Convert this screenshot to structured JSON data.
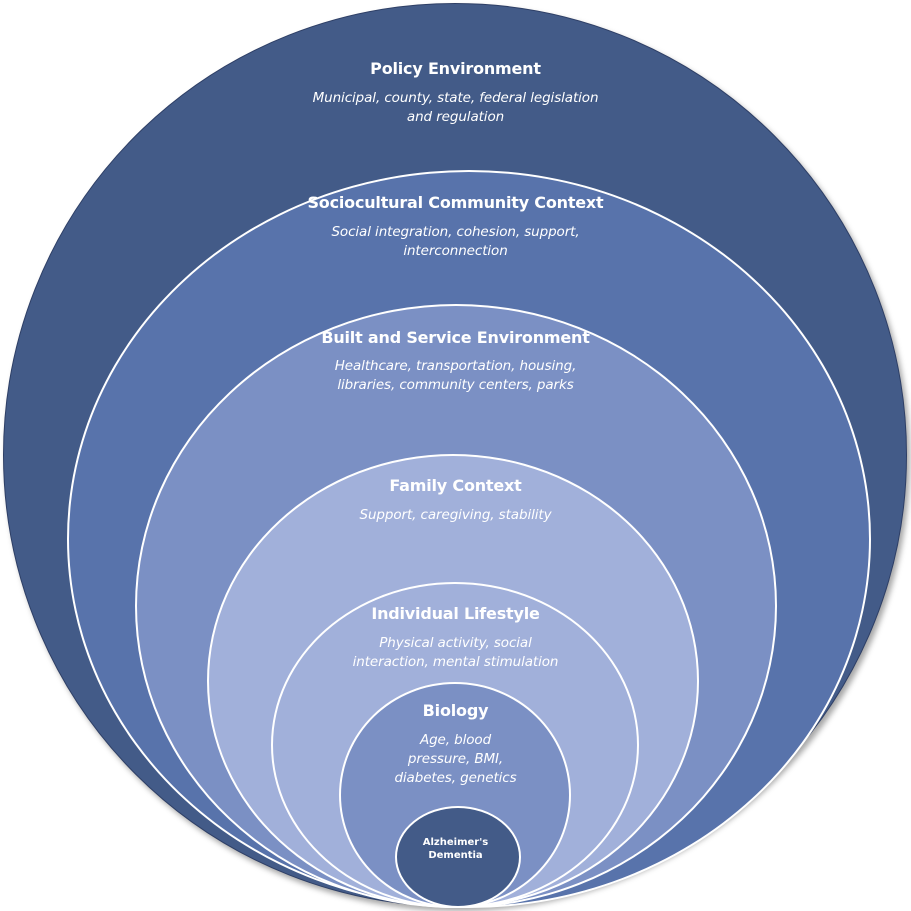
{
  "diagram": {
    "layers": [
      {
        "title": "Policy Environment",
        "description_line1": "Municipal, county, state, federal legislation",
        "description_line2": "and regulation",
        "fill": "#435b88"
      },
      {
        "title": "Sociocultural Community Context",
        "description_line1": "Social integration, cohesion, support,",
        "description_line2": "interconnection",
        "fill": "#5873ab"
      },
      {
        "title": "Built and Service Environment",
        "description_line1": "Healthcare, transportation, housing,",
        "description_line2": "libraries, community centers, parks",
        "fill": "#7b90c4"
      },
      {
        "title": "Family Context",
        "description_line1": "Support, caregiving, stability",
        "fill": "#a1b0da"
      },
      {
        "title": "Individual Lifestyle",
        "description_line1": "Physical activity, social",
        "description_line2": "interaction, mental stimulation",
        "fill": "#a1b0da"
      },
      {
        "title": "Biology",
        "description_line1": "Age, blood",
        "description_line2": "pressure, BMI,",
        "description_line3": "diabetes, genetics",
        "fill": "#7b90c4"
      }
    ],
    "core": {
      "title_line1": "Alzheimer's",
      "title_line2": "Dementia",
      "fill": "#435b88"
    }
  }
}
